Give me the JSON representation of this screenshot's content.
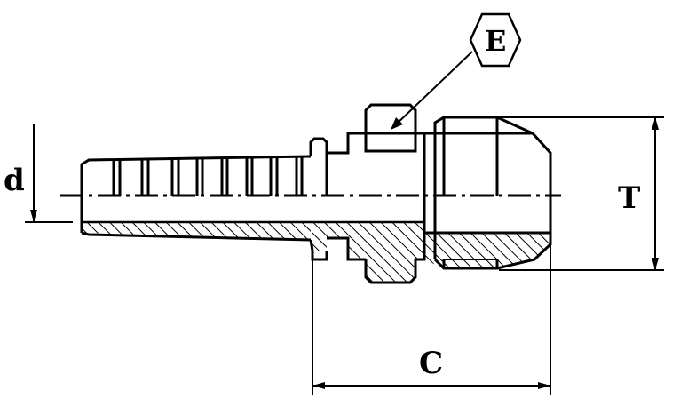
{
  "labels": {
    "d": "d",
    "T": "T",
    "C": "C",
    "E": "E"
  },
  "colors": {
    "line": "#000000",
    "background": "#ffffff"
  }
}
